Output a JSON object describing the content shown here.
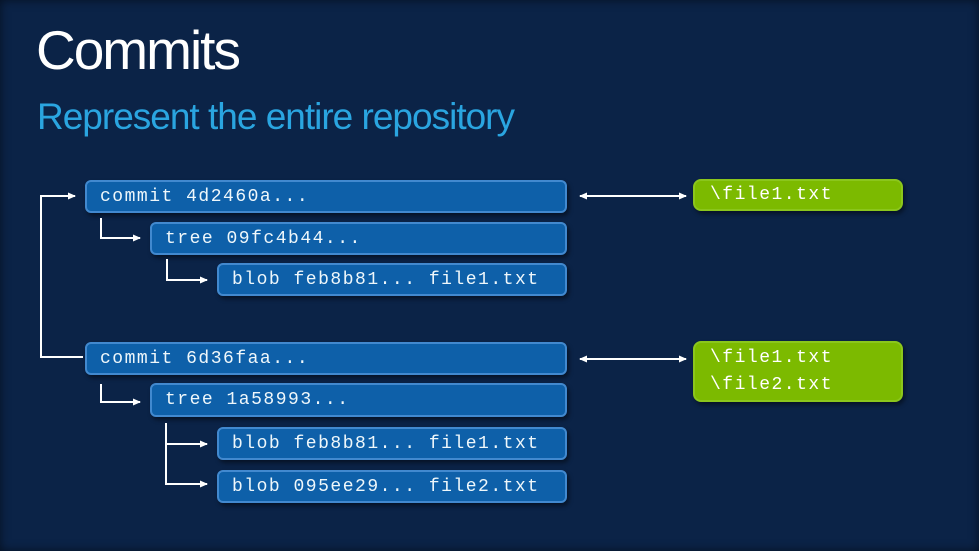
{
  "slide": {
    "title": "Commits",
    "subtitle": "Represent the entire repository"
  },
  "diagram": {
    "commit1": {
      "label": "commit 4d2460a..."
    },
    "tree1": {
      "label": "tree 09fc4b44..."
    },
    "blob1": {
      "label": "blob feb8b81... file1.txt"
    },
    "commit2": {
      "label": "commit 6d36faa..."
    },
    "tree2": {
      "label": "tree 1a58993..."
    },
    "blob2a": {
      "label": "blob feb8b81... file1.txt"
    },
    "blob2b": {
      "label": "blob 095ee29... file2.txt"
    }
  },
  "snapshots": {
    "snapshot1": {
      "lines": [
        "\\file1.txt"
      ]
    },
    "snapshot2": {
      "lines": [
        "\\file1.txt",
        "\\file2.txt"
      ]
    }
  },
  "colors": {
    "background": "#0b2347",
    "node_fill": "#0e60a9",
    "node_border": "#4289cf",
    "snapshot_fill": "#7cba00",
    "subtitle_blue": "#2aa5e0",
    "arrow": "#ffffff",
    "title_white": "#ffffff"
  }
}
